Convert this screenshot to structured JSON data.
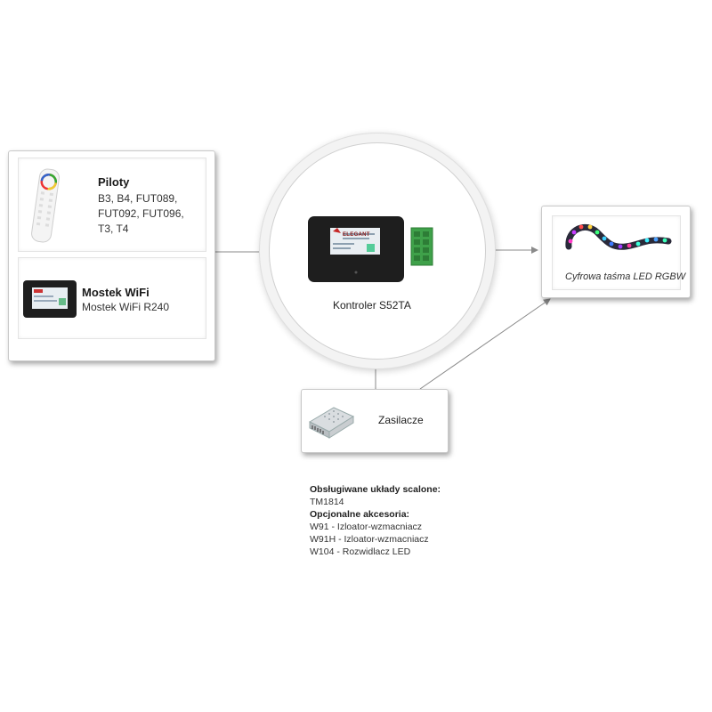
{
  "remotes": {
    "title": "Piloty",
    "lines": [
      "B3, B4, FUT089,",
      "FUT092, FUT096,",
      "T3, T4"
    ]
  },
  "wifi": {
    "title": "Mostek WiFi",
    "subtitle": "Mostek WiFi R240"
  },
  "controller": {
    "label": "Kontroler S52TA",
    "brand": "ELEGANT"
  },
  "strip": {
    "label": "Cyfrowa taśma LED RGBW"
  },
  "power": {
    "label": "Zasilacze"
  },
  "notes": {
    "chips_heading": "Obsługiwane układy scalone:",
    "chips": [
      "TM1814"
    ],
    "accessories_heading": "Opcjonalne akcesoria:",
    "accessories": [
      "W91 - Izloator-wzmacniacz",
      "W91H - Izloator-wzmacniacz",
      "W104 - Rozwidlacz LED"
    ]
  },
  "colors": {
    "line": "#8a8a8a",
    "accent_green": "#3fa14a",
    "device_black": "#1e1e1e"
  }
}
